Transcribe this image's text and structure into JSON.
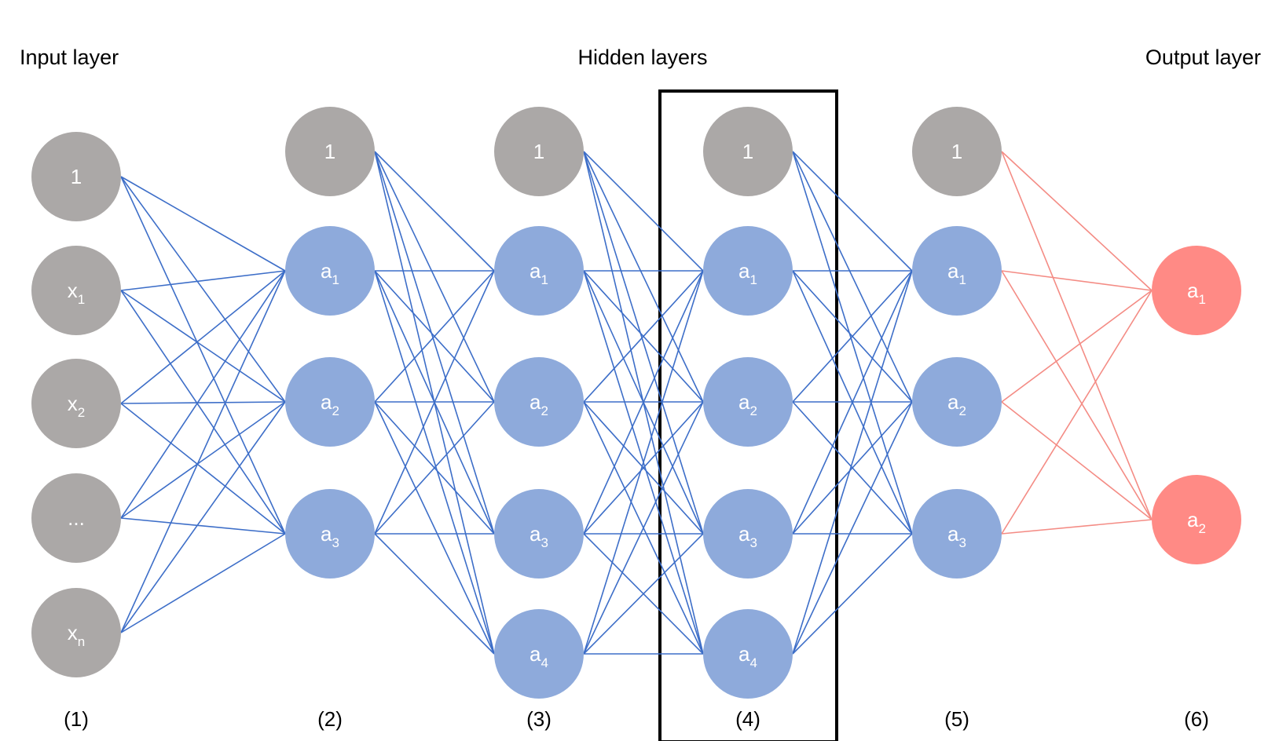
{
  "headings": {
    "input": "Input layer",
    "hidden": "Hidden layers",
    "output": "Output layer"
  },
  "colors": {
    "bias_node": "#aba8a7",
    "input_node": "#aba8a7",
    "hidden_node": "#8eaadb",
    "output_node": "#ff8a85",
    "hidden_edge": "#3d6ec8",
    "output_edge": "#f48c85",
    "highlight_box": "#000000"
  },
  "layers": [
    {
      "number": "(1)",
      "role": "input",
      "nodes": [
        {
          "text": "1",
          "sub": "",
          "kind": "bias"
        },
        {
          "text": "x",
          "sub": "1",
          "kind": "input"
        },
        {
          "text": "x",
          "sub": "2",
          "kind": "input"
        },
        {
          "text": "...",
          "sub": "",
          "kind": "input"
        },
        {
          "text": "x",
          "sub": "n",
          "kind": "input"
        }
      ]
    },
    {
      "number": "(2)",
      "role": "hidden",
      "nodes": [
        {
          "text": "1",
          "sub": "",
          "kind": "bias"
        },
        {
          "text": "a",
          "sub": "1",
          "kind": "hidden"
        },
        {
          "text": "a",
          "sub": "2",
          "kind": "hidden"
        },
        {
          "text": "a",
          "sub": "3",
          "kind": "hidden"
        }
      ]
    },
    {
      "number": "(3)",
      "role": "hidden",
      "nodes": [
        {
          "text": "1",
          "sub": "",
          "kind": "bias"
        },
        {
          "text": "a",
          "sub": "1",
          "kind": "hidden"
        },
        {
          "text": "a",
          "sub": "2",
          "kind": "hidden"
        },
        {
          "text": "a",
          "sub": "3",
          "kind": "hidden"
        },
        {
          "text": "a",
          "sub": "4",
          "kind": "hidden"
        }
      ]
    },
    {
      "number": "(4)",
      "role": "hidden",
      "highlighted": true,
      "nodes": [
        {
          "text": "1",
          "sub": "",
          "kind": "bias"
        },
        {
          "text": "a",
          "sub": "1",
          "kind": "hidden"
        },
        {
          "text": "a",
          "sub": "2",
          "kind": "hidden"
        },
        {
          "text": "a",
          "sub": "3",
          "kind": "hidden"
        },
        {
          "text": "a",
          "sub": "4",
          "kind": "hidden"
        }
      ]
    },
    {
      "number": "(5)",
      "role": "hidden",
      "nodes": [
        {
          "text": "1",
          "sub": "",
          "kind": "bias"
        },
        {
          "text": "a",
          "sub": "1",
          "kind": "hidden"
        },
        {
          "text": "a",
          "sub": "2",
          "kind": "hidden"
        },
        {
          "text": "a",
          "sub": "3",
          "kind": "hidden"
        }
      ]
    },
    {
      "number": "(6)",
      "role": "output",
      "nodes": [
        {
          "text": "a",
          "sub": "1",
          "kind": "output"
        },
        {
          "text": "a",
          "sub": "2",
          "kind": "output"
        }
      ]
    }
  ],
  "connections": "fully-connected"
}
